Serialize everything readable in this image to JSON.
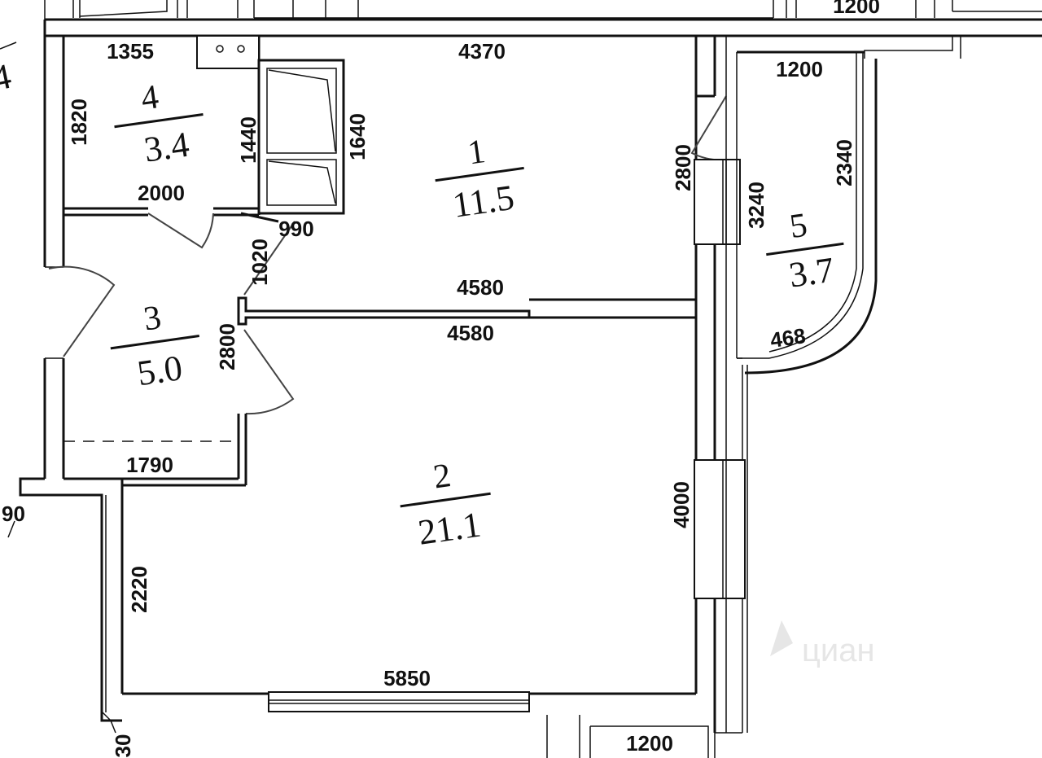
{
  "rooms": [
    {
      "id": "1",
      "number": "1",
      "area": "11.5"
    },
    {
      "id": "2",
      "number": "2",
      "area": "21.1"
    },
    {
      "id": "3",
      "number": "3",
      "area": "5.0"
    },
    {
      "id": "4",
      "number": "4",
      "area": "3.4"
    },
    {
      "id": "5",
      "number": "5",
      "area": "3.7"
    }
  ],
  "dimensions": {
    "top_left": "1355",
    "top_kitchen": "4370",
    "balcony_top": "1200",
    "top_cut": "1200",
    "bottom_cut": "1200",
    "bath_height": "1820",
    "bath_width": "2000",
    "stor_1440": "1440",
    "stor_1640": "1640",
    "kitchen_right": "2800",
    "win_3240": "3240",
    "balcony_2340": "2340",
    "door_990": "990",
    "door_1020": "1020",
    "kitchen_bottom": "4580",
    "living_top": "4580",
    "hall_2800": "2800",
    "balcony_468": "468",
    "hall_1790": "1790",
    "living_4000": "4000",
    "living_2220": "2220",
    "living_5850": "5850",
    "edge_left_90": "90",
    "edge_bottom_30": "30",
    "edge_top_4": "4"
  },
  "watermark": "циан"
}
